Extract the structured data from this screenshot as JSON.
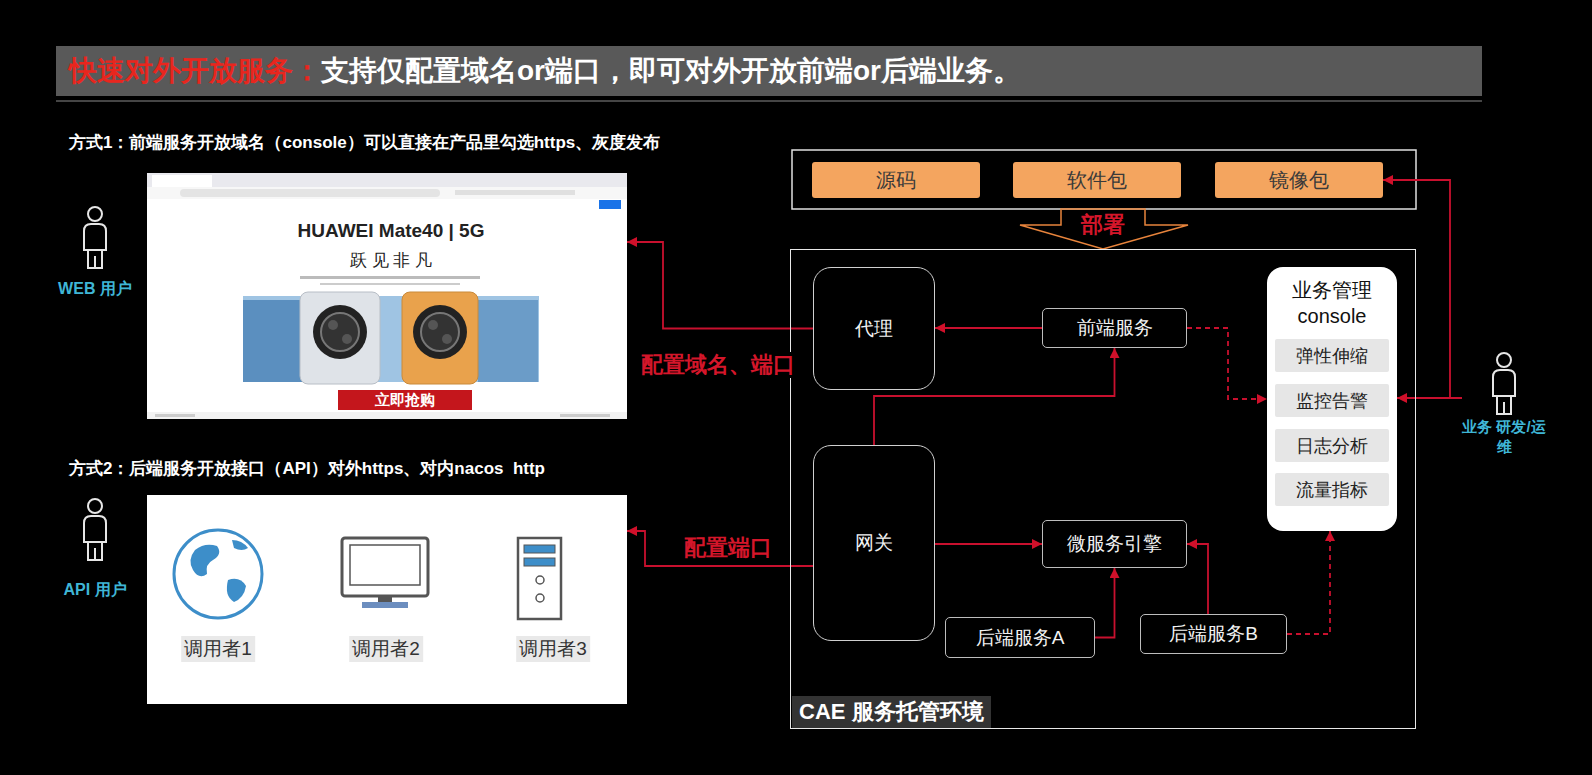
{
  "diagram": {
    "title": "快速对外开放服务：",
    "nodes": [
      {
        "text": [
          "HUAWEI Mate40 | 5G",
          "跃 见 非 凡",
          "立即抢购"
        ]
      },
      {
        "text": [
          "调用者1",
          "调用者2",
          "调用者3"
        ]
      },
      {
        "text": [
          "源码"
        ]
      },
      {
        "text": [
          "软件包"
        ]
      },
      {
        "text": [
          "镜像包"
        ]
      },
      {
        "text": [
          "CAE 服务托管环境"
        ]
      },
      {
        "text": [
          "代理"
        ],
        "in": 5
      },
      {
        "text": [
          "前端服务"
        ],
        "in": 5
      },
      {
        "text": [
          "业务管理 console"
        ],
        "in": 5
      },
      {
        "text": [
          "弹性伸缩"
        ],
        "in": 8
      },
      {
        "text": [
          "监控告警"
        ],
        "in": 8
      },
      {
        "text": [
          "日志分析"
        ],
        "in": 8
      },
      {
        "text": [
          "流量指标"
        ],
        "in": 8
      },
      {
        "text": [
          "网关"
        ],
        "in": 5
      },
      {
        "text": [
          "微服务引擎"
        ],
        "in": 5
      },
      {
        "text": [
          "后端服务A"
        ],
        "in": 5
      },
      {
        "text": [
          "后端服务B"
        ],
        "in": 5
      },
      {
        "text": [
          "业务 研发/运维"
        ]
      }
    ],
    "edges": [
      {
        "from": 7,
        "to": 6,
        "arrow": "to"
      },
      {
        "from": 6,
        "to": 0,
        "label": "配置域名、端口",
        "arrow": "to"
      },
      {
        "from": 13,
        "to": 7,
        "arrow": "to"
      },
      {
        "from": 13,
        "to": 14,
        "arrow": "to"
      },
      {
        "from": 13,
        "to": 1,
        "label": "配置端口",
        "arrow": "to"
      },
      {
        "from": 15,
        "to": 14,
        "arrow": "to"
      },
      {
        "from": 16,
        "to": 14,
        "arrow": "to"
      },
      {
        "from": 7,
        "to": 8,
        "arrow": "to"
      },
      {
        "from": 16,
        "to": 8,
        "arrow": "to"
      },
      {
        "from": 17,
        "to": 4,
        "arrow": "to"
      },
      {
        "from": 17,
        "to": 8,
        "arrow": "to"
      }
    ],
    "labels": [
      "支持仅配置域名or端口，即可对外开放前端or后端业务。",
      "方式1：前端服务开放域名（console）可以直接在产品里勾选https、灰度发布",
      "WEB 用户",
      "方式2：后端服务开放接口（API）对外https、对内nacos  http",
      "API 用户",
      "部署"
    ]
  }
}
